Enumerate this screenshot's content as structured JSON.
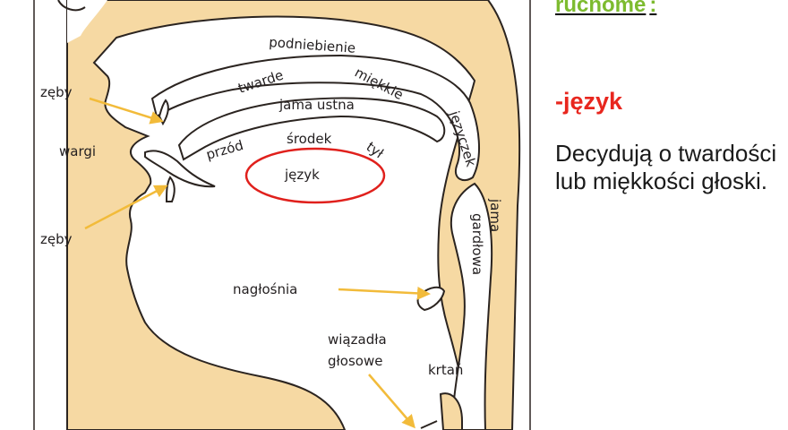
{
  "diagram": {
    "labels": {
      "palate": "podniebienie",
      "hard": "twarde",
      "soft": "miękkie",
      "oral_cavity": "jama ustna",
      "uvula": "języczek",
      "teeth_top": "zęby",
      "lips": "wargi",
      "teeth_bottom": "zęby",
      "front": "przód",
      "middle": "środek",
      "back": "tył",
      "tongue": "język",
      "pharynx_1": "jama",
      "pharynx_2": "gardłowa",
      "epiglottis": "nagłośnia",
      "vocal_cords_1": "wiązadła",
      "vocal_cords_2": "głosowe",
      "larynx": "krtań"
    },
    "colors": {
      "tissue": "#f6d9a3",
      "outline": "#2b2420",
      "arrow": "#f2bb3a",
      "highlight": "#e0201c"
    }
  },
  "panel": {
    "top_word": "ruchome",
    "top_colon": ":",
    "heading": "-język",
    "description": "Decydują o twardości lub miękkości głoski."
  }
}
